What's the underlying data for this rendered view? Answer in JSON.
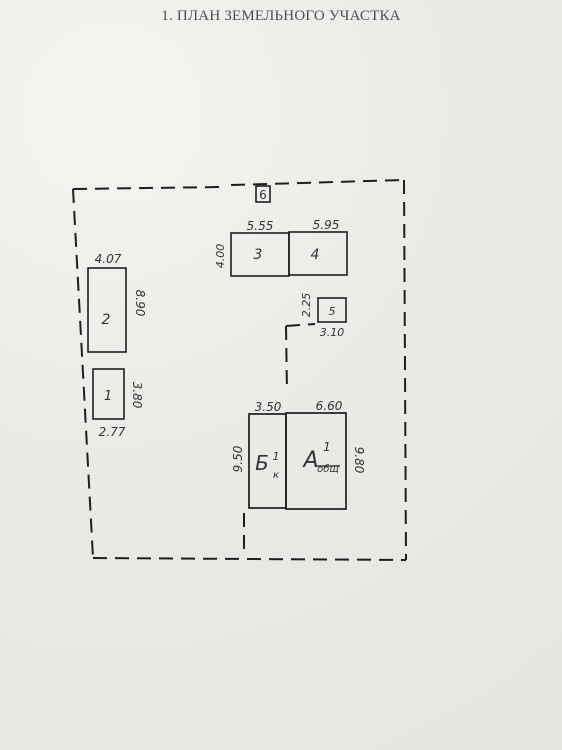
{
  "header": {
    "title": "1. ПЛАН ЗЕМЕЛЬНОГО УЧАСТКА"
  },
  "plan": {
    "buildings": {
      "b1": {
        "label": "1",
        "width": "2.77",
        "length": "3.80"
      },
      "b2": {
        "label": "2",
        "width": "4.07",
        "length": "8.90"
      },
      "b3": {
        "label": "3",
        "width": "5.55",
        "height": "4.00"
      },
      "b4": {
        "label": "4",
        "width": "5.95"
      },
      "b5": {
        "label": "5",
        "width": "3.10",
        "height": "2.25"
      },
      "b6": {
        "label": "6"
      },
      "house_b": {
        "label_main": "Б",
        "label_sup": "1",
        "label_sub": "к",
        "width": "3.50",
        "height": "9.50"
      },
      "house_a": {
        "label_main": "А",
        "label_sup": "1",
        "label_sub": "общ",
        "width": "6.60",
        "height": "9.80"
      }
    }
  },
  "colors": {
    "paper": "#ecebe7",
    "ink": "#1c1f24",
    "title": "#4b4f57"
  }
}
